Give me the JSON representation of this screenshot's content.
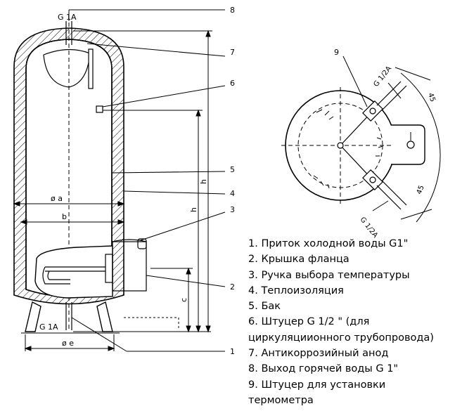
{
  "side_view": {
    "top_connection": "G 1A",
    "bottom_connection": "G 1A",
    "dimensions": {
      "outer_diameter": "ø a",
      "b": "b",
      "c": "c",
      "h_inner": "h",
      "h_outer": "h",
      "foot_diameter": "ø e"
    },
    "callouts": [
      "8",
      "7",
      "6",
      "5",
      "4",
      "3",
      "2",
      "1"
    ]
  },
  "top_view": {
    "callout": "9",
    "fitting_upper": "G 1/2A",
    "fitting_lower": "G 1/2A",
    "angle_upper": "45",
    "angle_lower": "45"
  },
  "legend": [
    "1. Приток холодной воды G1\"",
    "2. Крышка фланца",
    "3. Ручка выбора температуры",
    "4. Теплоизоляция",
    "5. Бак",
    "6. Штуцер G 1/2 \" (для циркуляциионного трубопровода)",
    "7. Антикоррозийный анод",
    "8. Выход горячей воды G 1\"",
    "9. Штуцер для установки термометра"
  ]
}
